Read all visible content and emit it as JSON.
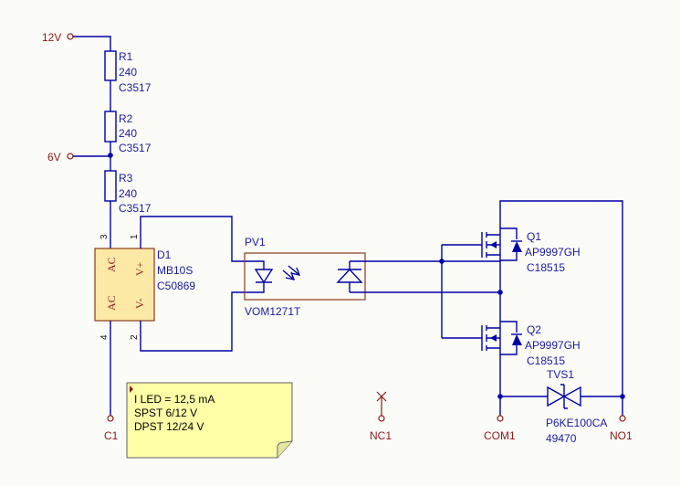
{
  "nets": {
    "v12": "12V",
    "v6": "6V",
    "c1": "C1",
    "nc1": "NC1",
    "com1": "COM1",
    "no1": "NO1"
  },
  "components": {
    "r1": {
      "ref": "R1",
      "value": "240",
      "code": "C3517"
    },
    "r2": {
      "ref": "R2",
      "value": "240",
      "code": "C3517"
    },
    "r3": {
      "ref": "R3",
      "value": "240",
      "code": "C3517"
    },
    "d1": {
      "ref": "D1",
      "value": "MB10S",
      "code": "C50869",
      "pin_top": "3",
      "pin_bottom": "4",
      "pin_plus": "1",
      "pin_minus": "2",
      "ac_top": "AC",
      "ac_bottom": "AC",
      "v_plus": "V+",
      "v_minus": "V-"
    },
    "pv1": {
      "ref": "PV1",
      "value": "VOM1271T"
    },
    "q1": {
      "ref": "Q1",
      "value": "AP9997GH",
      "code": "C18515"
    },
    "q2": {
      "ref": "Q2",
      "value": "AP9997GH",
      "code": "C18515"
    },
    "tvs1": {
      "ref": "TVS1",
      "value": "P6KE100CA",
      "code": "49470"
    }
  },
  "note": {
    "line1": "I LED = 12,5 mA",
    "line2": "SPST 6/12 V",
    "line3": "DPST 12/24 V"
  },
  "colors": {
    "wire": "#0000a8",
    "net_label": "#8b1a1a",
    "part_body": "#fde9a6",
    "note_fill": "#ffffa8"
  }
}
